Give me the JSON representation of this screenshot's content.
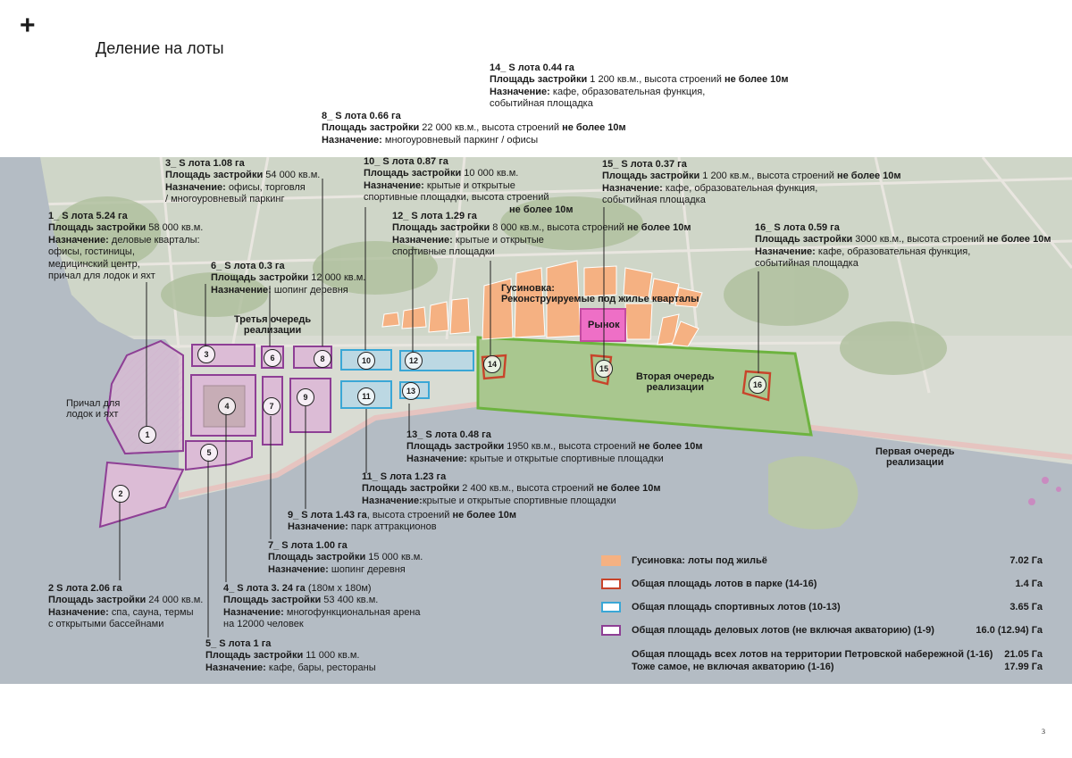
{
  "page": {
    "title": "Деление на лоты",
    "page_number": "3",
    "plus_glyph": "+"
  },
  "map_labels": {
    "gusinovka": "Гусиновка:",
    "gusinovka_sub": "Реконструируемые под жилье кварталы",
    "rynok": "Рынок",
    "third_1": "Третья очередь",
    "third_2": "реализации",
    "second_1": "Вторая очередь",
    "second_2": "реализации",
    "first_1": "Первая очередь",
    "first_2": "реализации",
    "pier_1": "Причал для",
    "pier_2": "лодок и яхт"
  },
  "lots": [
    {
      "num": "1",
      "title": "1_ S лота 5.24 га",
      "lines": [
        [
          "Площадь застройки",
          " 58 000 кв.м."
        ],
        [
          "Назначение:",
          " деловые кварталы:"
        ],
        [
          "",
          "офисы, гостиницы,"
        ],
        [
          "",
          "медицинский центр,"
        ],
        [
          "",
          "причал для лодок и яхт"
        ]
      ]
    },
    {
      "num": "2",
      "title": "2  S лота 2.06 га",
      "lines": [
        [
          "Площадь застройки",
          " 24 000 кв.м."
        ],
        [
          "Назначение:",
          " спа, сауна, термы"
        ],
        [
          "",
          "с открытыми бассейнами"
        ]
      ]
    },
    {
      "num": "3",
      "title": "3_ S лота 1.08 га",
      "lines": [
        [
          "Площадь застройки",
          " 54 000 кв.м."
        ],
        [
          "Назначение:",
          " офисы, торговля"
        ],
        [
          "",
          "/ многоуровневый паркинг"
        ]
      ]
    },
    {
      "num": "4",
      "title": "4_ S лота 3. 24 га",
      "title_extra": " (180м х 180м)",
      "lines": [
        [
          "Площадь застройки",
          " 53 400 кв.м."
        ],
        [
          "Назначение:",
          " многофункциональная арена"
        ],
        [
          "",
          "на 12000 человек"
        ]
      ]
    },
    {
      "num": "5",
      "title": "5_ S лота 1 га",
      "lines": [
        [
          "Площадь застройки",
          " 11 000 кв.м."
        ],
        [
          "Назначение:",
          " кафе, бары, рестораны"
        ]
      ]
    },
    {
      "num": "6",
      "title": "6_ S лота 0.3 га",
      "lines": [
        [
          "Площадь застройки",
          " 12 000 кв.м."
        ],
        [
          "Назначение:",
          " шопинг деревня"
        ]
      ]
    },
    {
      "num": "7",
      "title": "7_ S лота 1.00 га",
      "lines": [
        [
          "Площадь застройки",
          " 15 000 кв.м."
        ],
        [
          "Назначение:",
          " шопинг деревня"
        ]
      ]
    },
    {
      "num": "8",
      "title": "8_ S лота 0.66 га",
      "lines": [
        [
          "Площадь застройки",
          " 22 000 кв.м., высота строений "
        ],
        [
          "Назначение:",
          " многоуровневый паркинг / офисы"
        ]
      ],
      "height_note": "не более 10м"
    },
    {
      "num": "9",
      "title": "9_ S лота 1.43 га",
      "title_extra": ", высота строений ",
      "title_bold_tail": "не более 10м",
      "lines": [
        [
          "Назначение:",
          " парк аттракционов"
        ]
      ]
    },
    {
      "num": "10",
      "title": "10_ S лота 0.87 га",
      "lines": [
        [
          "Площадь застройки",
          " 10 000 кв.м."
        ],
        [
          "Назначение:",
          " крытые и открытые"
        ],
        [
          "",
          "спортивные площадки, высота строений"
        ]
      ],
      "height_note": "не более 10м"
    },
    {
      "num": "11",
      "title": "11_ S лота 1.23 га",
      "lines": [
        [
          "Площадь застройки",
          " 2 400 кв.м., высота строений "
        ],
        [
          "Назначение:",
          "крытые и открытые спортивные площадки"
        ]
      ],
      "height_note": "не более 10м"
    },
    {
      "num": "12",
      "title": "12_ S лота 1.29 га",
      "lines": [
        [
          "Площадь застройки",
          " 8 000 кв.м., высота строений "
        ],
        [
          "Назначение:",
          " крытые и открытые"
        ],
        [
          "",
          "спортивные площадки"
        ]
      ],
      "height_note": "не более 10м"
    },
    {
      "num": "13",
      "title": "13_ S лота 0.48 га",
      "lines": [
        [
          "Площадь застройки",
          " 1950 кв.м., высота строений "
        ],
        [
          "Назначение:",
          " крытые и  открытые спортивные площадки"
        ]
      ],
      "height_note": "не более 10м"
    },
    {
      "num": "14",
      "title": "14_ S лота 0.44 га",
      "lines": [
        [
          "Площадь застройки",
          " 1 200 кв.м., высота строений "
        ],
        [
          "Назначение:",
          " кафе, образовательная функция,"
        ],
        [
          "",
          "событийная площадка"
        ]
      ],
      "height_note": "не более 10м"
    },
    {
      "num": "15",
      "title": "15_ S лота 0.37 га",
      "lines": [
        [
          "Площадь застройки",
          " 1 200 кв.м., высота строений "
        ],
        [
          "Назначение:",
          " кафе, образовательная функция,"
        ],
        [
          "",
          "событийная площадка"
        ]
      ],
      "height_note": "не более 10м"
    },
    {
      "num": "16",
      "title": "16_ S лота 0.59 га",
      "lines": [
        [
          "Площадь застройки",
          " 3000 кв.м., высота строений "
        ],
        [
          "Назначение:",
          " кафе,  образовательная функция,"
        ],
        [
          "",
          "событийная площадка"
        ]
      ],
      "height_note": "не более 10м"
    }
  ],
  "legend": [
    {
      "label": "Гусиновка: лоты под жильё",
      "value": "7.02 Га",
      "fill": "#f5b182",
      "stroke": "#f5b182"
    },
    {
      "label": "Общая площадь лотов в парке (14-16)",
      "value": "1.4 Га",
      "fill": "#ffffff",
      "stroke": "#c8442a"
    },
    {
      "label": "Общая площадь спортивных лотов (10-13)",
      "value": "3.65 Га",
      "fill": "#ffffff",
      "stroke": "#3aa7d6"
    },
    {
      "label": "Общая площадь деловых лотов (не включая акваторию) (1-9)",
      "value": "16.0 (12.94) Га",
      "fill": "#ffffff",
      "stroke": "#8e3f95"
    }
  ],
  "totals": [
    {
      "label": "Общая площадь всех лотов на территории Петровской набережной (1-16)",
      "value": "21.05 Га"
    },
    {
      "label": "Тоже самое, не включая акваторию (1-16)",
      "value": "17.99 Га"
    }
  ]
}
